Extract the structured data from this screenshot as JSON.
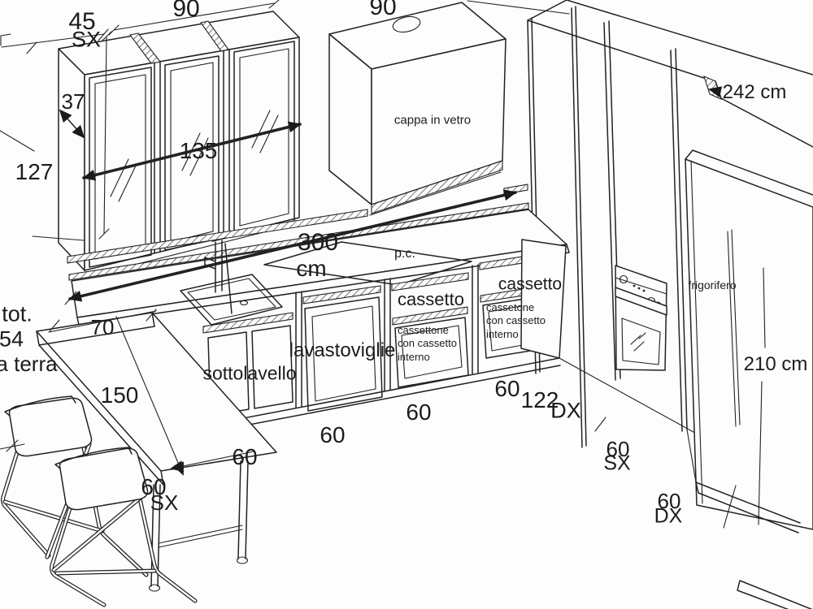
{
  "figure": {
    "type": "kitchen-perspective-line-drawing",
    "background_color": "#fdfdfd",
    "line_color": "#222222"
  },
  "labels": {
    "dim_90_wall_cabinets": "90",
    "dim_45": "45",
    "side_sx_top": "SX",
    "dim_37": "37",
    "dim_135": "135",
    "dim_127": "127",
    "dim_90_hood": "90",
    "hood": "cappa in vetro",
    "dim_242": "242 cm",
    "dim_300_value": "300",
    "dim_300_unit": "cm",
    "cooktop": "p.c.",
    "drawer_label_1": "cassetto",
    "drawer_label_2": "cassetto",
    "drawer_note_1_line1": "cassettone",
    "drawer_note_1_line2": "con cassetto",
    "drawer_note_1_line3": "interno",
    "drawer_note_2_line1": "cassetone",
    "drawer_note_2_line2": "con cassetto",
    "drawer_note_2_line3": "interno",
    "dishwasher": "lavastoviglie",
    "under_sink": "sottolavello",
    "fridge": "frigorifero",
    "dim_210": "210 cm",
    "tot": "tot.",
    "dim_54": "54",
    "a_terra": "a terra",
    "dim_70": "70",
    "dim_150": "150",
    "dim_60_table_end": "60",
    "dim_60_left": "60",
    "side_sx_left": "SX",
    "dim_60_base_1": "60",
    "dim_60_base_2": "60",
    "dim_60_base_3": "60",
    "dim_122": "122",
    "side_dx_corner": "DX",
    "dim_60_tall_sx": "60",
    "side_sx_tall": "SX",
    "dim_60_tall_dx": "60",
    "side_dx_tall": "DX"
  }
}
